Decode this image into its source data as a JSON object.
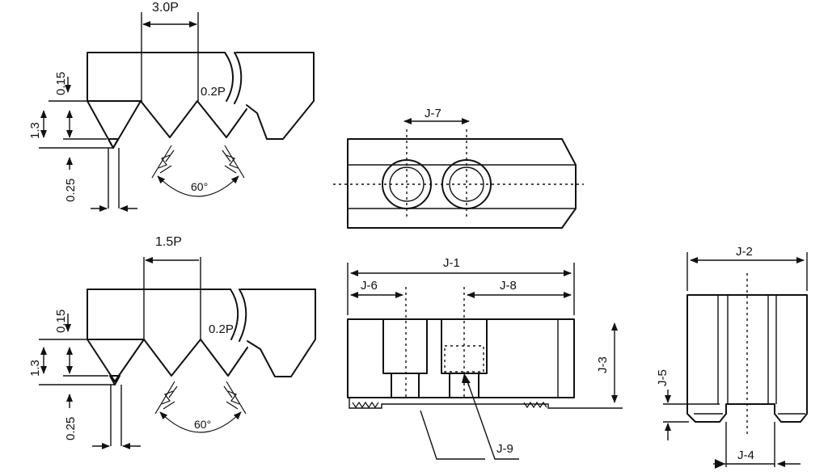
{
  "tooth_top": {
    "pitch_label": "3.0P",
    "dim_top": "0.15",
    "dim_height": "1.3",
    "dim_bottom": "0.25",
    "flat_label": "0.2P",
    "angle_label": "60°"
  },
  "tooth_bottom": {
    "pitch_label": "1.5P",
    "dim_top": "0.15",
    "dim_height": "1.3",
    "dim_bottom": "0.25",
    "flat_label": "0.2P",
    "angle_label": "60°"
  },
  "top_view": {
    "j7": "J-7"
  },
  "side_view": {
    "j1": "J-1",
    "j6": "J-6",
    "j8": "J-8",
    "j3": "J-3",
    "j9": "J-9"
  },
  "end_view": {
    "j2": "J-2",
    "j5": "J-5",
    "j4": "J-4"
  }
}
